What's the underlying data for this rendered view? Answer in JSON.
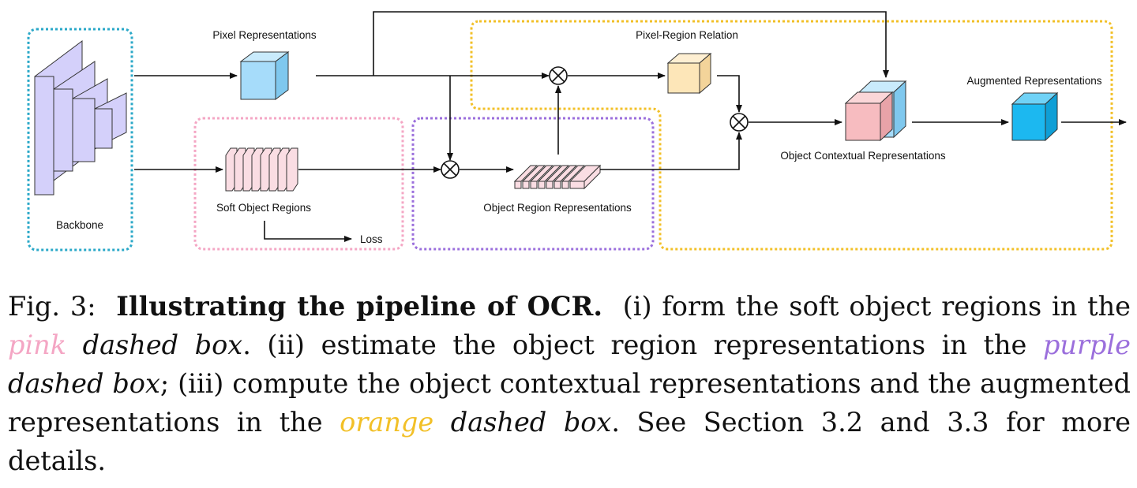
{
  "diagram": {
    "labels": {
      "backbone": "Backbone",
      "pixel_representations": "Pixel Representations",
      "soft_object_regions": "Soft Object Regions",
      "loss": "Loss",
      "object_region_representations": "Object Region Representations",
      "pixel_region_relation": "Pixel-Region Relation",
      "object_contextual_representations": "Object Contextual Representations",
      "augmented_representations": "Augmented Representations"
    },
    "operator_symbol": "⊗",
    "colors": {
      "backbone_box": "#2aa8c8",
      "pink_box": "#f4a6c4",
      "purple_box": "#9b6fdc",
      "orange_box": "#f2c028",
      "backbone_fill": "#d4d0fa",
      "pixel_cube": "#a6dcfa",
      "soft_region_fill": "#fadde3",
      "relation_cube": "#fde6b8",
      "contextual_front": "#f7bcc0",
      "contextual_back": "#a6dcfa",
      "augmented_cube": "#1cb8f0"
    }
  },
  "caption": {
    "fig_label": "Fig. 3:",
    "title": "Illustrating the pipeline of OCR.",
    "t1": "(i) form the soft object regions in the",
    "pink": "pink",
    "dashed_box_1": "dashed box",
    "t2": ". (ii) estimate the object region representations in the",
    "purple": "purple",
    "dashed_box_2": "dashed box",
    "t3": "; (iii) compute the object contextual representations and the augmented representations in the",
    "orange": "orange",
    "dashed_box_3": "dashed box",
    "t4": ". See Section 3.2 and 3.3 for more details.",
    "colors": {
      "pink": "#f4a6c4",
      "purple": "#9b6fdc",
      "orange": "#f2c028"
    }
  }
}
